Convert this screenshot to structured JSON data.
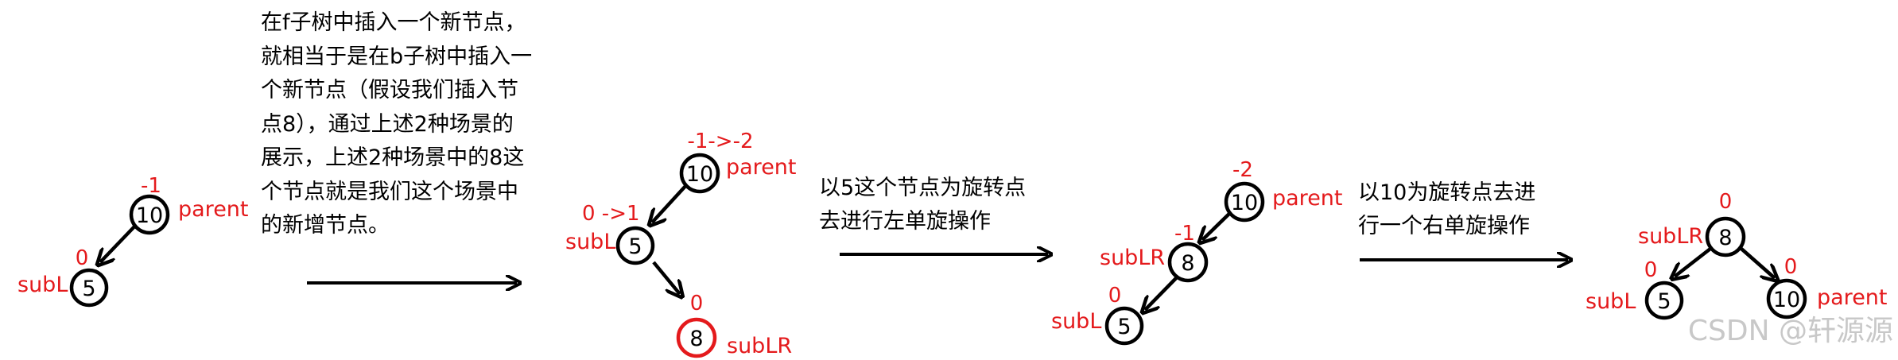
{
  "colors": {
    "red": "#e41a1c",
    "black": "#000000",
    "watermark": "#c8c8c8"
  },
  "explanation": {
    "lines": [
      "在f子树中插入一个新节点，",
      "就相当于是在b子树中插入一",
      "个新节点（假设我们插入节",
      "点8），通过上述2种场景的",
      "展示，上述2种场景中的8这",
      "个节点就是我们这个场景中",
      "的新增节点。"
    ]
  },
  "step1_note": {
    "lines": [
      "以5这个节点为旋转点",
      "去进行左单旋操作"
    ]
  },
  "step2_note": {
    "lines": [
      "以10为旋转点去进",
      "行一个右单旋操作"
    ]
  },
  "watermark": "CSDN @轩源源",
  "trees": [
    {
      "id": "t1",
      "nodes": [
        {
          "key": "10",
          "label": "parent",
          "bf": "-1"
        },
        {
          "key": "5",
          "label": "subL",
          "bf": "0"
        }
      ]
    },
    {
      "id": "t2",
      "nodes": [
        {
          "key": "10",
          "label": "parent",
          "bf": "-1->-2"
        },
        {
          "key": "5",
          "label": "subL",
          "bf": "0 ->1"
        },
        {
          "key": "8",
          "label": "subLR",
          "bf": "0",
          "highlight": true
        }
      ]
    },
    {
      "id": "t3",
      "nodes": [
        {
          "key": "10",
          "label": "parent",
          "bf": "-2"
        },
        {
          "key": "8",
          "label": "subLR",
          "bf": "-1"
        },
        {
          "key": "5",
          "label": "subL",
          "bf": "0"
        }
      ]
    },
    {
      "id": "t4",
      "nodes": [
        {
          "key": "8",
          "label": "subLR",
          "bf": "0"
        },
        {
          "key": "5",
          "label": "subL",
          "bf": "0"
        },
        {
          "key": "10",
          "label": "parent",
          "bf": "0"
        }
      ]
    }
  ]
}
